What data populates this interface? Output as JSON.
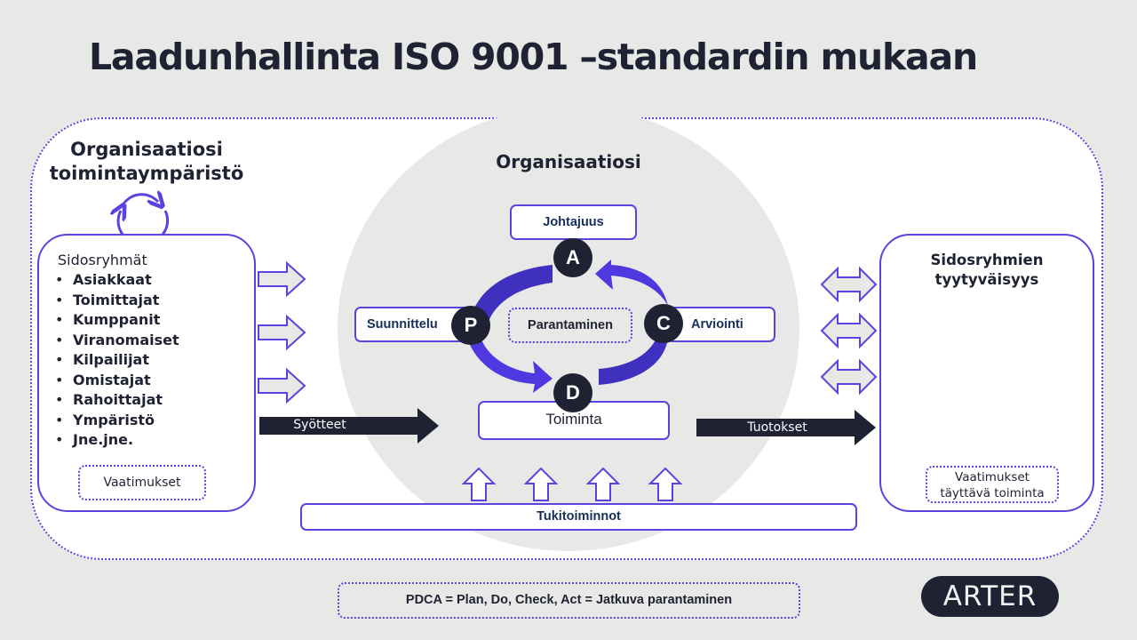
{
  "title": "Laadunhallinta ISO 9001 –standardin mukaan",
  "environment": {
    "title_line1": "Organisaatiosi",
    "title_line2": "toimintaympäristö",
    "cycle_icon": "refresh-cycle-icon"
  },
  "stakeholders": {
    "heading": "Sidosryhmät",
    "items": [
      "Asiakkaat",
      "Toimittajat",
      "Kumppanit",
      "Viranomaiset",
      "Kilpailijat",
      "Omistajat",
      "Rahoittajat",
      "Ympäristö",
      "Jne.jne."
    ],
    "requirements": "Vaatimukset"
  },
  "organization": {
    "title": "Organisaatiosi",
    "leadership": "Johtajuus",
    "planning": "Suunnittelu",
    "evaluation": "Arviointi",
    "improvement": "Parantaminen",
    "operation": "Toiminta",
    "support": "Tukitoiminnot",
    "pdca_letters": {
      "p": "P",
      "d": "D",
      "c": "C",
      "a": "A"
    }
  },
  "flows": {
    "inputs": "Syötteet",
    "outputs": "Tuotokset"
  },
  "satisfaction": {
    "title_line1": "Sidosryhmien",
    "title_line2": "tyytyväisyys",
    "requirements_line1": "Vaatimukset",
    "requirements_line2": "täyttävä toiminta"
  },
  "footer": {
    "pdca_note": "PDCA = Plan, Do, Check, Act = Jatkuva parantaminen",
    "logo": "ARTER"
  },
  "colors": {
    "accent": "#5a44e0",
    "dark": "#1e2233",
    "background": "#e8e8e6",
    "label_blue": "#14305a"
  }
}
